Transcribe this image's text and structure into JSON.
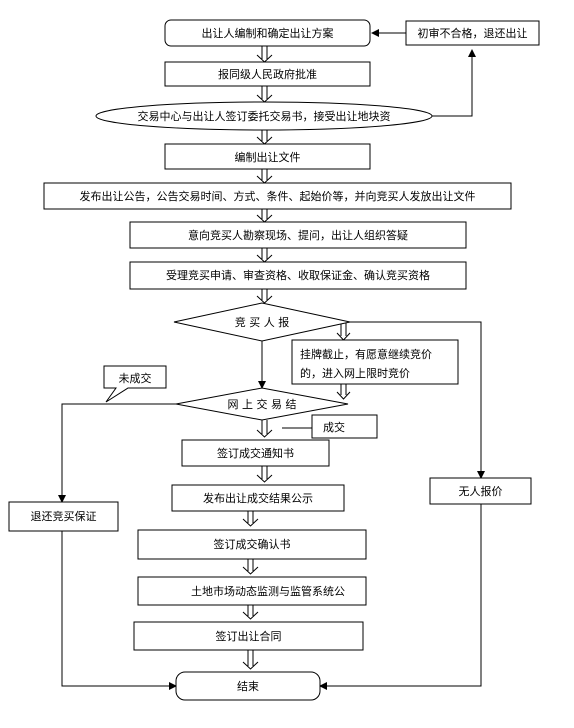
{
  "steps": {
    "s1": "出让人编制和确定出让方案",
    "s2": "报同级人民政府批准",
    "s3": "交易中心与出让人签订委托交易书，接受出让地块资",
    "s4": "编制出让文件",
    "s5": "发布出让公告，公告交易时间、方式、条件、起始价等，并向竞买人发放出让文件",
    "s6": "意向竞买人勘察现场、提问，出让人组织答疑",
    "s7": "受理竞买申请、审查资格、收取保证金、确认竞买资格",
    "s8": "竞 买 人 报",
    "s9_line1": "挂牌截止，有愿意继续竞价",
    "s9_line2": "的，进入网上限时竞价",
    "s10": "网 上 交 易 结",
    "s11": "签订成交通知书",
    "s12": "发布出让成交结果公示",
    "s13": "签订成交确认书",
    "s14": "土地市场动态监测与监管系统公",
    "s15": "签订出让合同",
    "s16": "结束",
    "reject": "初审不合格，退还出让",
    "not_traded": "未成交",
    "traded": "成交",
    "no_bid": "无人报价",
    "refund": "退还竞买保证"
  }
}
